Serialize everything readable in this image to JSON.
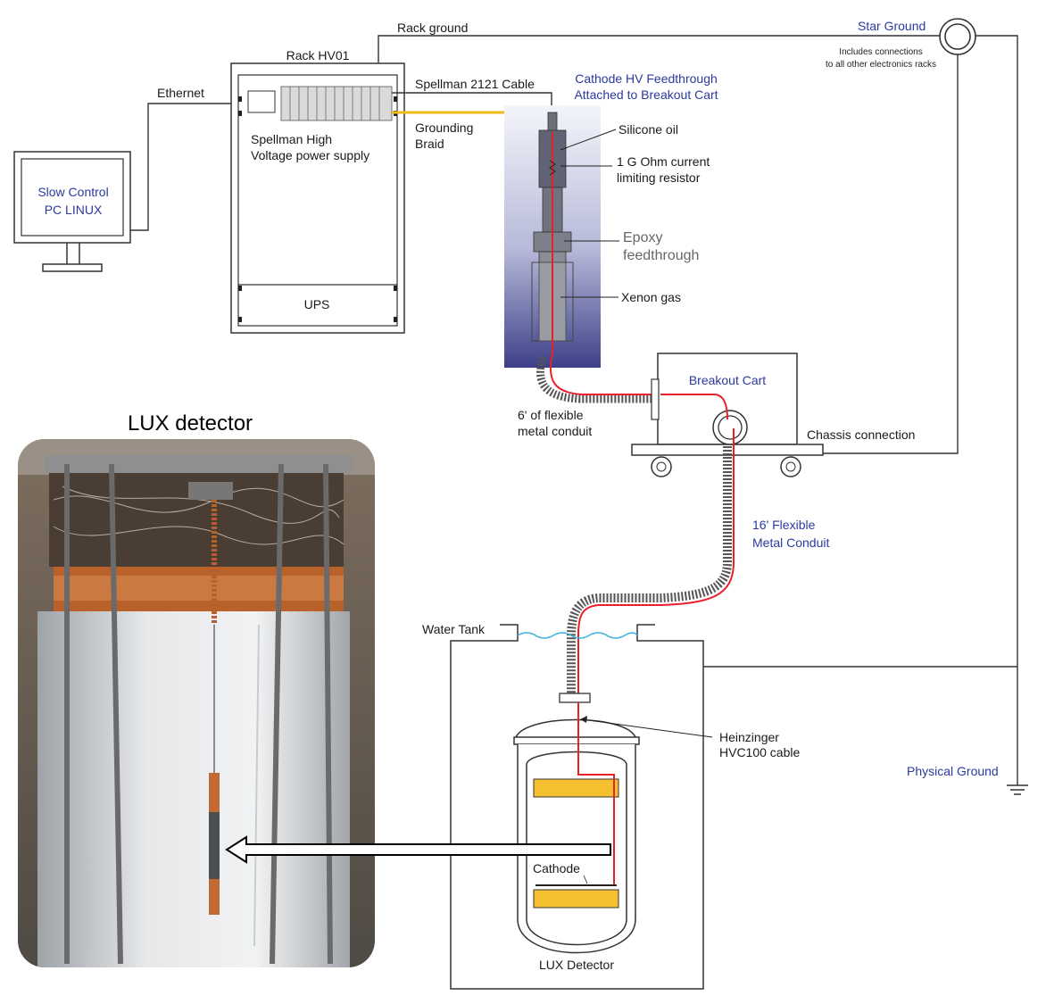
{
  "labels": {
    "rack_ground": "Rack ground",
    "star_ground": "Star Ground",
    "includes_1": "Includes connections",
    "includes_2": "to all other electronics racks",
    "rack_name": "Rack HV01",
    "ethernet": "Ethernet",
    "spellman_cable": "Spellman 2121 Cable",
    "grounding_1": "Grounding",
    "grounding_2": "Braid",
    "psu_1": "Spellman High",
    "psu_2": "Voltage power supply",
    "ups": "UPS",
    "pc_1": "Slow Control",
    "pc_2": "PC LINUX",
    "feedthrough_1": "Cathode HV Feedthrough",
    "feedthrough_2": "Attached to Breakout Cart",
    "silicone": "Silicone oil",
    "resistor_1": "1 G Ohm current",
    "resistor_2": "limiting resistor",
    "epoxy_1": "Epoxy",
    "epoxy_2": "feedthrough",
    "xenon": "Xenon gas",
    "breakout_cart": "Breakout Cart",
    "conduit6_1": "6' of flexible",
    "conduit6_2": "metal conduit",
    "chassis": "Chassis connection",
    "conduit16_1": "16' Flexible",
    "conduit16_2": "Metal Conduit",
    "water_tank": "Water Tank",
    "heinzinger_1": "Heinzinger",
    "heinzinger_2": "HVC100 cable",
    "physical_ground": "Physical Ground",
    "cathode": "Cathode",
    "lux_detector_diagram": "LUX Detector",
    "lux_detector_photo": "LUX detector"
  },
  "colors": {
    "hv_cable": "#e8202a",
    "grounding_braid": "#f2b81c",
    "copper": "#b8612a",
    "pmt_block": "#f5c030",
    "water": "#3ab0e0",
    "blue_label": "#2b3a9e"
  }
}
